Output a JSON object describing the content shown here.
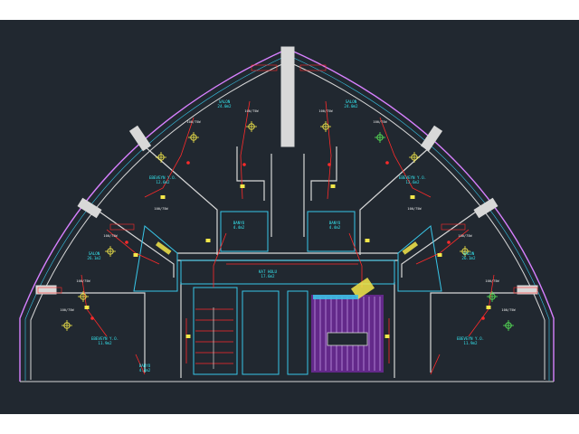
{
  "drawing": {
    "colors": {
      "page_bg": "#ffffff",
      "canvas_bg": "#212830",
      "outer_wall": "#d880ff",
      "wall": "#d8d8d8",
      "inner_wall": "#38c6e8",
      "circuit": "#ff2a2a",
      "fixture": "#f4e84a",
      "fixture_green": "#58e858",
      "stair_fill": "#7a2aa8",
      "text_cyan": "#35e6f0"
    },
    "room_labels": [
      {
        "name": "SALON",
        "area": "24.0m2"
      },
      {
        "name": "SALON",
        "area": "24.0m2"
      },
      {
        "name": "EBEVEYN Y.O.",
        "area": "12.6m2"
      },
      {
        "name": "EBEVEYN Y.O.",
        "area": "12.6m2"
      },
      {
        "name": "SALON",
        "area": "26.1m2"
      },
      {
        "name": "SALON",
        "area": "26.1m2"
      },
      {
        "name": "EBEVEYN Y.O.",
        "area": "11.9m2"
      },
      {
        "name": "EBEVEYN Y.O.",
        "area": "11.9m2"
      },
      {
        "name": "BANYO",
        "area": "4.4m2"
      },
      {
        "name": "BANYO",
        "area": "4.4m2"
      },
      {
        "name": "BANYO",
        "area": "4.4m2"
      },
      {
        "name": "KAT HOLU",
        "area": "17.6m2"
      }
    ],
    "fixture_tags": [
      "100/75W",
      "100/75W",
      "100/75W",
      "100/75W",
      "100/75W",
      "100/75W",
      "100/75W",
      "100/75W",
      "100/75W",
      "100/75W",
      "100/75W",
      "100/75W"
    ],
    "icons": [
      "ceiling-light-icon",
      "wall-socket-icon",
      "switch-icon",
      "distribution-panel-icon"
    ]
  }
}
